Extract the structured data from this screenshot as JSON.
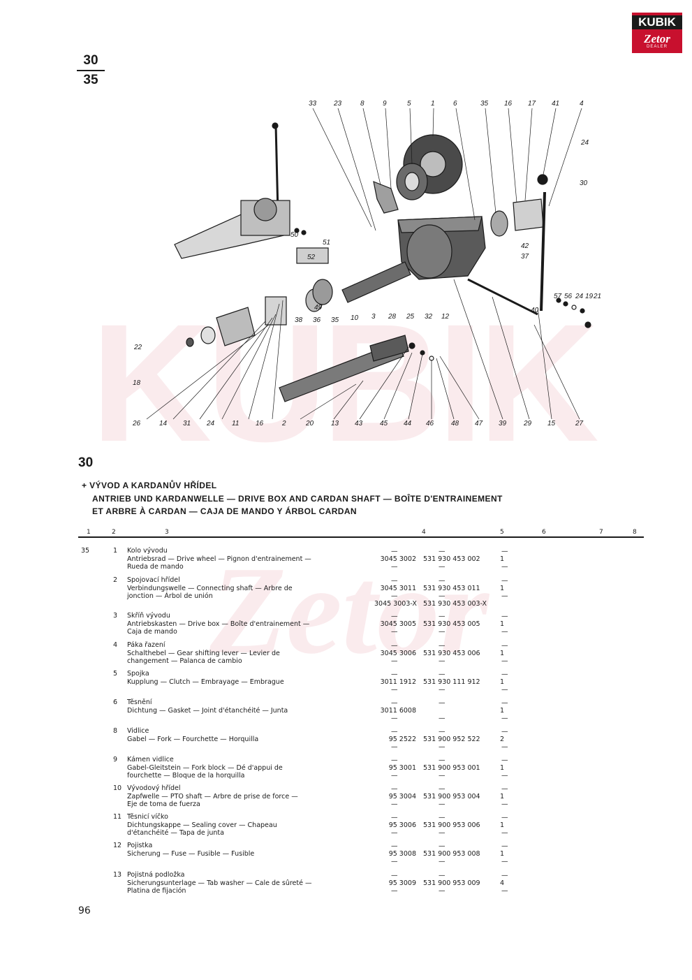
{
  "logo": {
    "top": "KUBIK",
    "brand": "Zetor",
    "tag": "DEALER"
  },
  "model": {
    "top": "30",
    "bottom": "35"
  },
  "diagram": {
    "callouts": [
      "33",
      "23",
      "8",
      "9",
      "5",
      "1",
      "6",
      "35",
      "16",
      "17",
      "41",
      "4",
      "24",
      "30",
      "42",
      "37",
      "57",
      "56",
      "24",
      "19",
      "21",
      "40",
      "28",
      "25",
      "32",
      "12",
      "10",
      "3",
      "38",
      "36",
      "35",
      "49",
      "22",
      "18",
      "26",
      "14",
      "31",
      "24",
      "11",
      "16",
      "2",
      "20",
      "13",
      "43",
      "45",
      "44",
      "46",
      "48",
      "47",
      "39",
      "29",
      "15",
      "27",
      "52",
      "51",
      "50"
    ]
  },
  "section": {
    "number": "30",
    "title_1": "+ VÝVOD A KARDANŮV HŘÍDEL",
    "title_2": "ANTRIEB UND KARDANWELLE — DRIVE BOX AND CARDAN SHAFT — BOÎTE D'ENTRAINEMENT",
    "title_3": "ET ARBRE À CARDAN — CAJA DE MANDO Y ÁRBOL CARDAN"
  },
  "columns": [
    "1",
    "2",
    "3",
    "4",
    "5",
    "6",
    "7",
    "8"
  ],
  "model_code": "35",
  "rows": [
    {
      "pos": "1",
      "lines": [
        "Kolo vývodu",
        "Antriebsrad — Drive wheel — Pignon d'entrainement —",
        "Rueda de mando"
      ],
      "part_a": "3045 3002",
      "part_b": "531 930 453 002",
      "qty": "1"
    },
    {
      "pos": "2",
      "lines": [
        "Spojovací hřídel",
        "Verbindungswelle — Connecting shaft — Arbre de",
        "jonction — Árbol de unión"
      ],
      "part_a": "3045 3011",
      "part_b": "531 930 453 011",
      "qty": "1",
      "alt_a": "3045 3003-X",
      "alt_b": "531 930 453 003-X"
    },
    {
      "pos": "3",
      "lines": [
        "Skříň vývodu",
        "Antriebskasten — Drive box — Boîte d'entrainement —",
        "Caja de mando"
      ],
      "part_a": "3045 3005",
      "part_b": "531 930 453 005",
      "qty": "1"
    },
    {
      "pos": "4",
      "lines": [
        "Páka řazení",
        "Schalthebel — Gear shifting lever — Levier de",
        "changement — Palanca de cambio"
      ],
      "part_a": "3045 3006",
      "part_b": "531 930 453 006",
      "qty": "1"
    },
    {
      "pos": "5",
      "lines": [
        "Spojka",
        "Kupplung — Clutch — Embrayage — Embrague"
      ],
      "part_a": "3011 1912",
      "part_b": "531 930 111 912",
      "qty": "1"
    },
    {
      "pos": "6",
      "lines": [
        "Těsnění",
        "Dichtung — Gasket — Joint d'étanchéité — Junta"
      ],
      "part_a": "3011 6008",
      "part_b": "",
      "qty": "1"
    },
    {
      "pos": "8",
      "lines": [
        "Vidlice",
        "Gabel — Fork — Fourchette — Horquilla"
      ],
      "part_a": "95 2522",
      "part_b": "531 900 952 522",
      "qty": "2"
    },
    {
      "pos": "9",
      "lines": [
        "Kámen vidlice",
        "Gabel-Gleitstein — Fork block — Dé d'appui de",
        "fourchette — Bloque de la horquilla"
      ],
      "part_a": "95 3001",
      "part_b": "531 900 953 001",
      "qty": "1"
    },
    {
      "pos": "10",
      "lines": [
        "Vývodový hřídel",
        "Zapfwelle — PTO shaft — Arbre de prise de force —",
        "Eje de toma de fuerza"
      ],
      "part_a": "95 3004",
      "part_b": "531 900 953 004",
      "qty": "1"
    },
    {
      "pos": "11",
      "lines": [
        "Těsnicí víčko",
        "Dichtungskappe — Sealing cover — Chapeau",
        "d'étanchéité — Tapa de junta"
      ],
      "part_a": "95 3006",
      "part_b": "531 900 953 006",
      "qty": "1"
    },
    {
      "pos": "12",
      "lines": [
        "Pojistka",
        "Sicherung — Fuse — Fusible — Fusible"
      ],
      "part_a": "95 3008",
      "part_b": "531 900 953 008",
      "qty": "1"
    },
    {
      "pos": "13",
      "lines": [
        "Pojistná podložka",
        "Sicherungsunterlage — Tab washer — Cale de sûreté —",
        "Platina de fijación"
      ],
      "part_a": "95 3009",
      "part_b": "531 900 953 009",
      "qty": "4"
    }
  ],
  "page_number": "96",
  "colors": {
    "accent": "#c8102e",
    "ink": "#1a1a1a"
  }
}
